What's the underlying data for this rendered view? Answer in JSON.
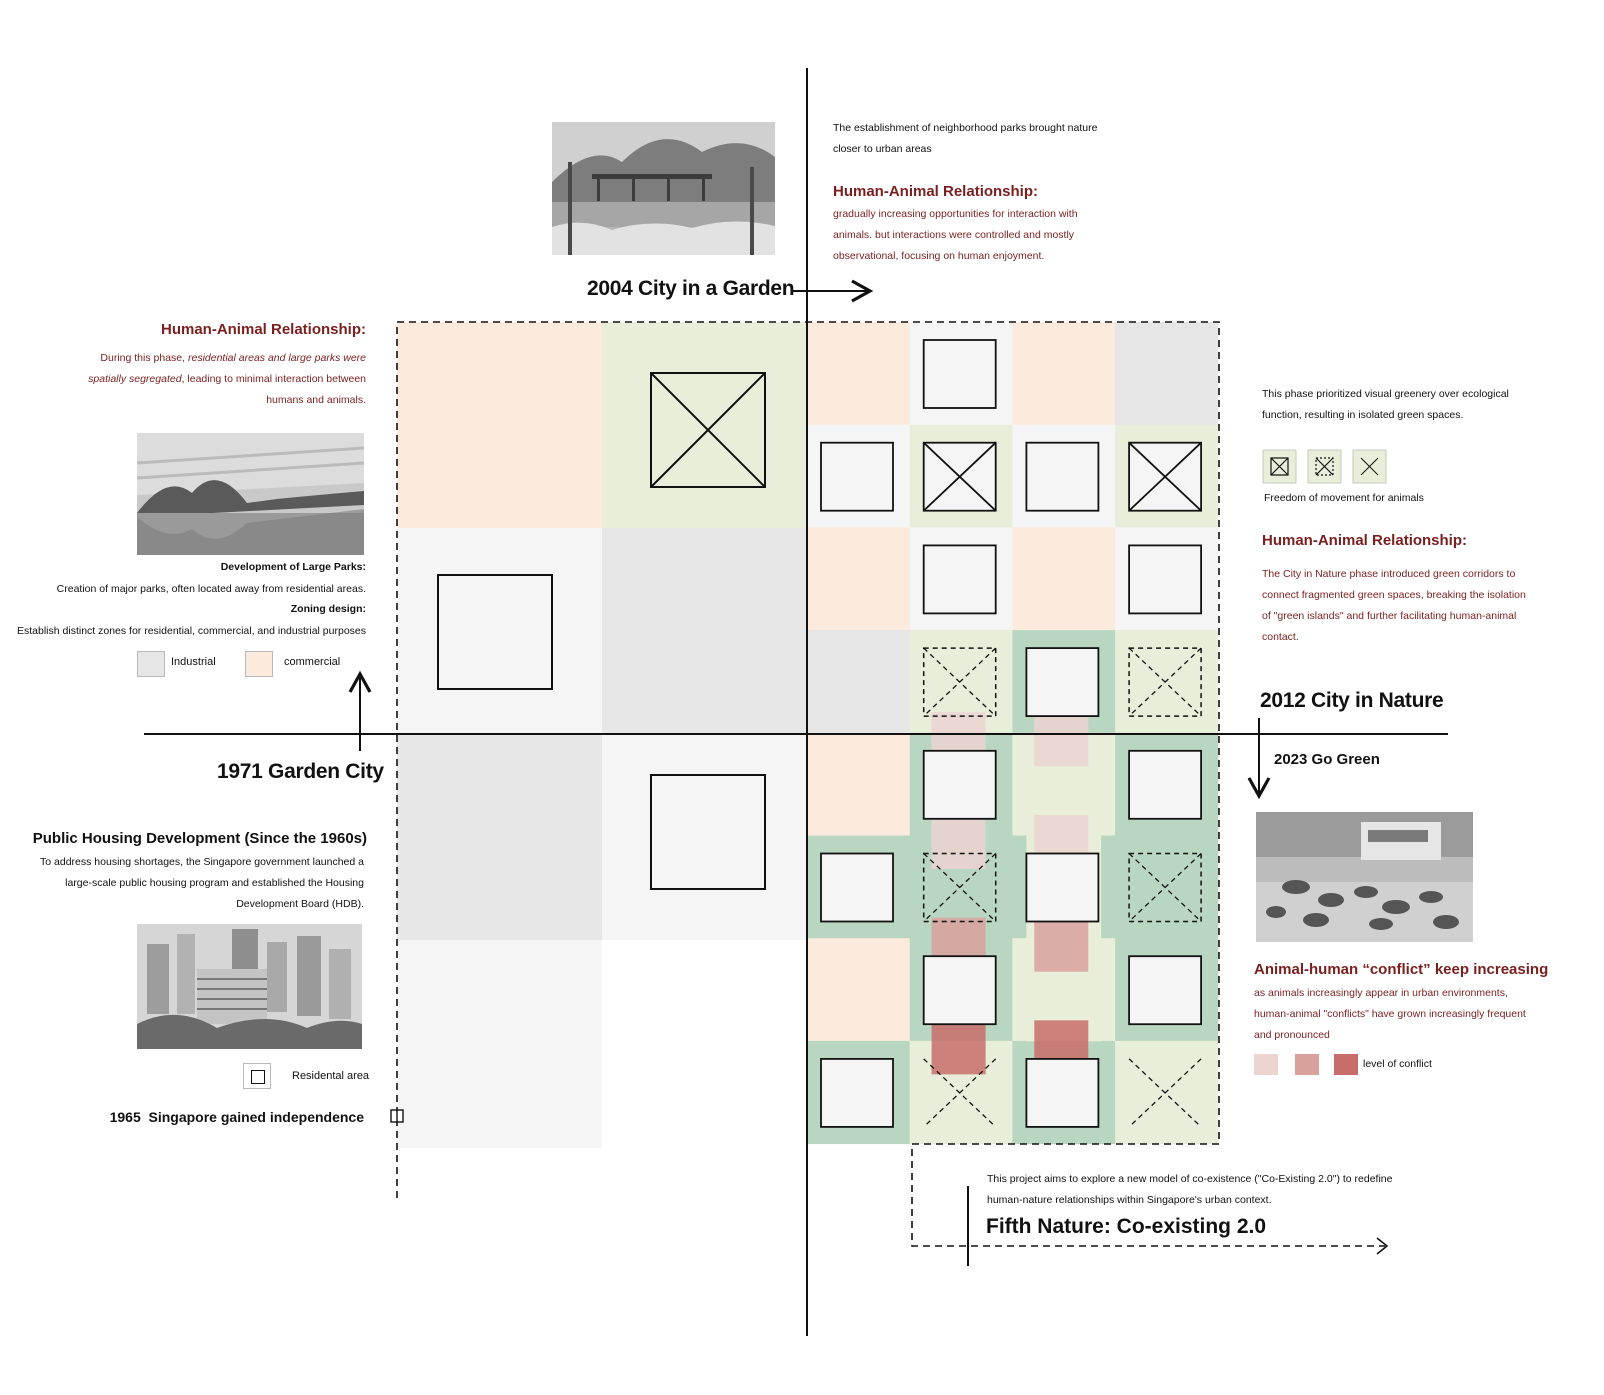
{
  "colors": {
    "commercial": "#fcebdc",
    "industrial": "#e6e6e6",
    "green": "#e8eed9",
    "residential": "#f5f5f5",
    "corridor": "#b9d7c0",
    "conflict_low": "#ecd4d0",
    "conflict_mid": "#d8a19c",
    "conflict_high": "#c86d6a",
    "accent_red": "#7a1f1f"
  },
  "garden_city": {
    "title": "1971 Garden City",
    "relationship_title": "Human-Animal Relationship:",
    "relationship_text_1": "During this phase, ",
    "relationship_text_em": "residential areas and large parks were spatially segregated",
    "relationship_text_2": ", leading to minimal interaction between humans and animals.",
    "photo_icon": "lake-park-photo",
    "large_parks_label": "Development of Large Parks:",
    "large_parks_text": "Creation of major parks, often located away from residential areas.",
    "zoning_label": "Zoning design:",
    "zoning_text": "Establish distinct zones for residential, commercial, and industrial purposes",
    "legend_industrial": "Industrial",
    "legend_commercial": "commercial"
  },
  "public_housing": {
    "title": "Public Housing Development (Since the 1960s)",
    "text": "To address housing shortages, the Singapore government launched a large-scale public housing program and established the Housing Development Board (HDB).",
    "photo_icon": "hdb-estate-photo",
    "legend_residential": "Residental area",
    "independence": "1965  Singapore gained independence"
  },
  "city_in_garden": {
    "title": "2004 City in a Garden",
    "photo_icon": "neighborhood-park-photo",
    "intro": "The establishment of neighborhood parks brought nature closer to urban areas",
    "relationship_title": "Human-Animal Relationship:",
    "relationship_text": "gradually increasing opportunities for interaction with animals. but interactions were controlled and mostly observational, focusing on human enjoyment."
  },
  "city_in_nature": {
    "title": "2012 City in Nature",
    "intro": "This phase prioritized visual greenery over ecological function, resulting in isolated green spaces.",
    "legend_freedom": "Freedom of movement for animals",
    "relationship_title": "Human-Animal Relationship:",
    "relationship_text": "The City in Nature phase introduced green corridors to connect fragmented green spaces, breaking the isolation of \"green islands\" and further facilitating human-animal contact."
  },
  "go_green": {
    "title": "2023 Go Green",
    "photo_icon": "pigeons-street-photo",
    "conflict_title": "Animal-human “conflict” keep increasing",
    "conflict_text": "as animals increasingly appear in urban environments, human-animal \"conflicts\" have grown increasingly frequent and pronounced",
    "legend_conflict": "level of conflict"
  },
  "fifth_nature": {
    "text": "This project aims to explore a new model of co-existence (\"Co-Existing 2.0\") to redefine human-nature relationships within Singapore's urban context.",
    "title": "Fifth Nature: Co-existing 2.0"
  }
}
